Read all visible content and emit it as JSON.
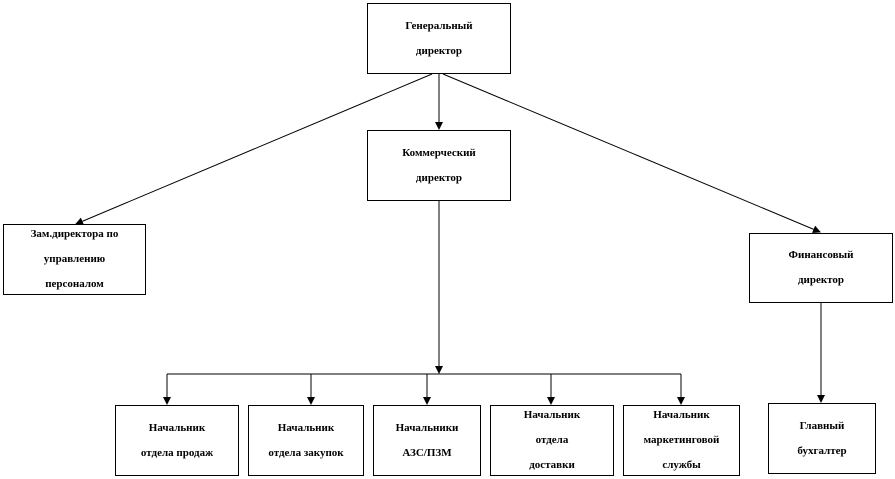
{
  "nodes": {
    "general_director": "Генеральный\nдиректор",
    "commercial_director": "Коммерческий\nдиректор",
    "deputy_hr": "Зам.директора  по\nуправлению\nперсоналом",
    "financial_director": "Финансовый\nдиректор",
    "head_sales": "Начальник\nотдела  продаж",
    "head_purchasing": "Начальник\nотдела закупок",
    "head_gas_stations": "Начальники\nАЗС/ПЗМ",
    "head_delivery": "Начальник\nотдела\nдоставки",
    "head_marketing": "Начальник\nмаркетинговой\nслужбы",
    "chief_accountant": "Главный\nбухгалтер"
  },
  "edges": [
    {
      "from": "general_director",
      "to": "commercial_director"
    },
    {
      "from": "general_director",
      "to": "deputy_hr"
    },
    {
      "from": "general_director",
      "to": "financial_director"
    },
    {
      "from": "commercial_director",
      "to": "head_sales"
    },
    {
      "from": "commercial_director",
      "to": "head_purchasing"
    },
    {
      "from": "commercial_director",
      "to": "head_gas_stations"
    },
    {
      "from": "commercial_director",
      "to": "head_delivery"
    },
    {
      "from": "commercial_director",
      "to": "head_marketing"
    },
    {
      "from": "financial_director",
      "to": "chief_accountant"
    }
  ]
}
